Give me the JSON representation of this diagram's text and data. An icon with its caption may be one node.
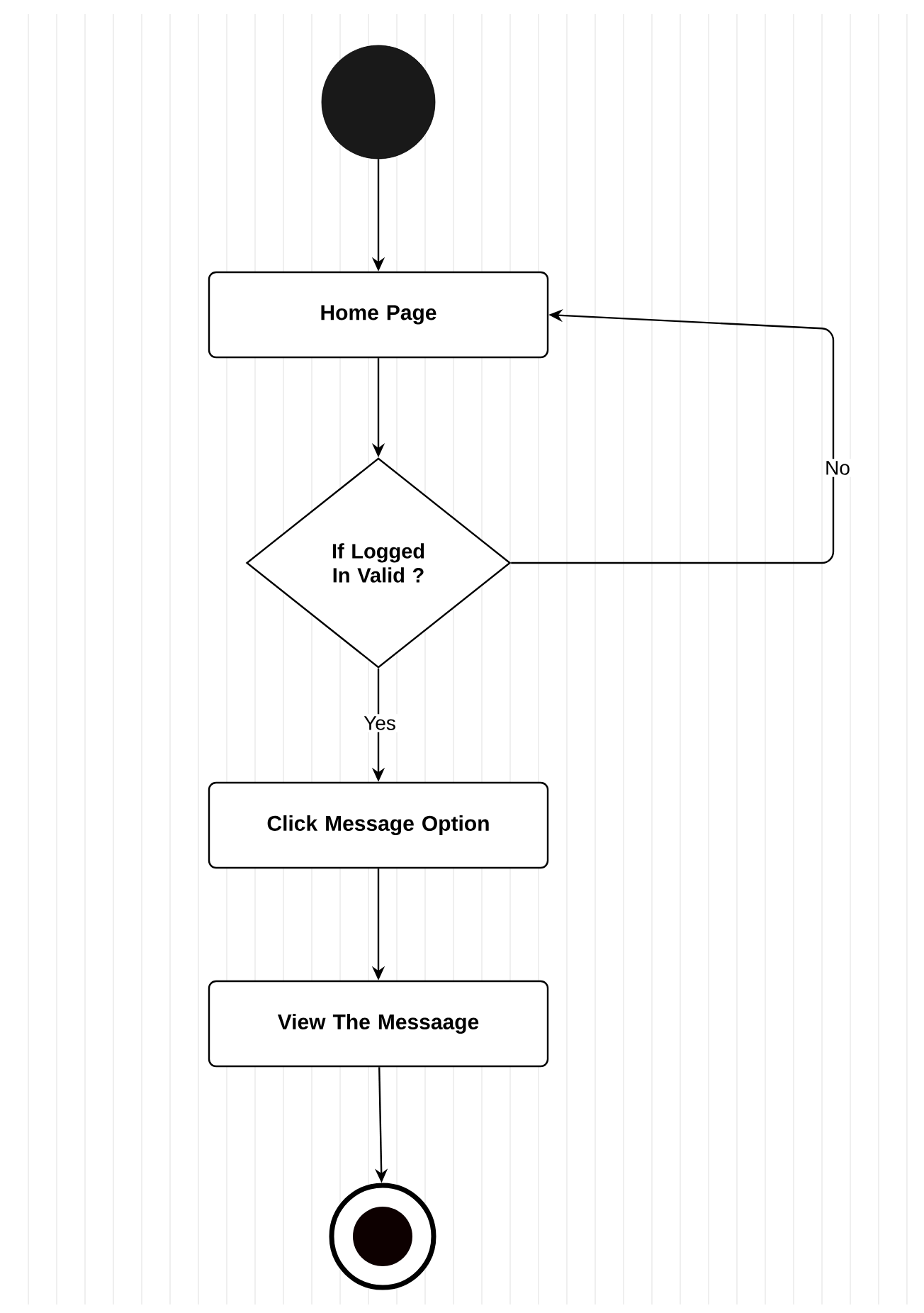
{
  "diagram": {
    "nodes": [
      {
        "text": [],
        "shape": "circle"
      },
      {
        "text": [
          "Home Page"
        ]
      },
      {
        "text": [
          "If Logged In Valid ?"
        ]
      },
      {
        "text": [
          "Click Message Option"
        ]
      },
      {
        "text": [
          "View The Messaage"
        ]
      },
      {
        "text": [],
        "shape": "bullseye"
      }
    ],
    "edges": [
      {
        "from": 0,
        "to": 1,
        "arrow": "to"
      },
      {
        "from": 1,
        "to": 2,
        "arrow": "to"
      },
      {
        "from": 2,
        "to": 3,
        "arrow": "to",
        "label": "Yes"
      },
      {
        "from": 3,
        "to": 4,
        "arrow": "to"
      },
      {
        "from": 4,
        "to": 5,
        "arrow": "to"
      },
      {
        "from": 2,
        "to": 1,
        "arrow": "to",
        "label": "No"
      }
    ]
  }
}
